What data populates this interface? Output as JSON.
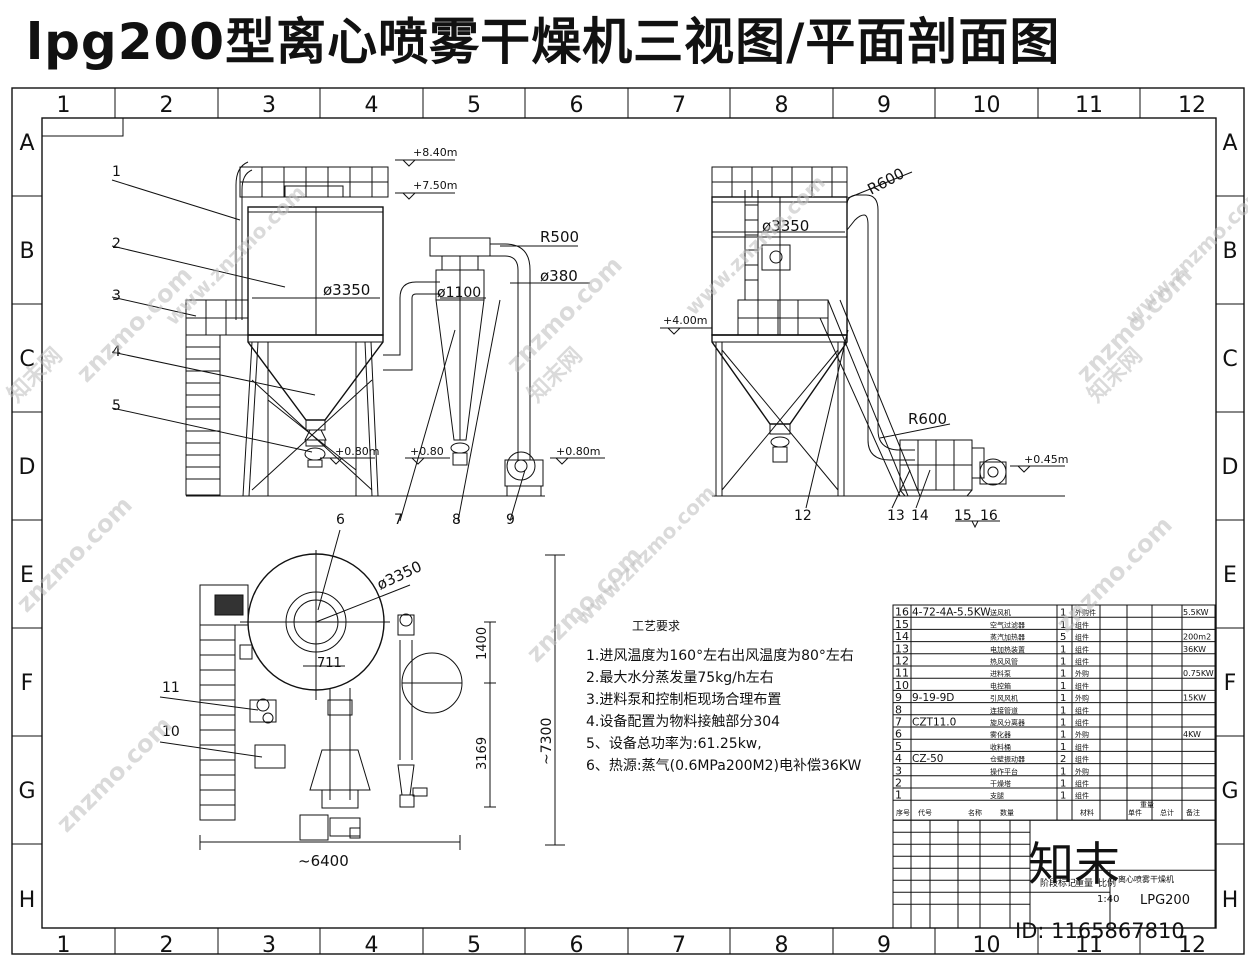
{
  "title": "lpg200型离心喷雾干燥机三视图/平面剖面图",
  "grid": {
    "cols": [
      "1",
      "2",
      "3",
      "4",
      "5",
      "6",
      "7",
      "8",
      "9",
      "10",
      "11",
      "12"
    ],
    "rows": [
      "A",
      "B",
      "C",
      "D",
      "E",
      "F",
      "G",
      "H"
    ]
  },
  "elevations": {
    "plus_8_40": "+8.40m",
    "plus_7_50": "+7.50m",
    "plus_4_00": "+4.00m",
    "plus_0_80": "+0.80m",
    "plus_0_80b": "+0.80",
    "plus_0_45": "+0.45m"
  },
  "dims": {
    "d3350": "ø3350",
    "d1100": "ø1100",
    "d380": "ø380",
    "r500": "R500",
    "r600": "R600",
    "d711": "711",
    "d1400": "1400",
    "d3169": "3169",
    "d7300": "~7300",
    "d6400": "~6400"
  },
  "callouts": [
    "1",
    "2",
    "3",
    "4",
    "5",
    "6",
    "7",
    "8",
    "9",
    "10",
    "11",
    "12",
    "13",
    "14",
    "15",
    "16"
  ],
  "requirements": {
    "heading": "工艺要求",
    "items": [
      "1.进风温度为160°左右出风温度为80°左右",
      "2.最大水分蒸发量75kg/h左右",
      "3.进料泵和控制柜现场合理布置",
      "4.设备配置为物料接触部分304",
      "5、设备总功率为:61.25kw,",
      "6、热源:蒸气(0.6MPa200M2)电补偿36KW"
    ]
  },
  "bom": {
    "rows": [
      {
        "no": "16",
        "code": "4-72-4A-5.5KW",
        "name": "送风机",
        "qty": "1",
        "type": "外购件",
        "spec": "5.5KW"
      },
      {
        "no": "15",
        "code": "",
        "name": "空气过滤器",
        "qty": "1",
        "type": "组件",
        "spec": ""
      },
      {
        "no": "14",
        "code": "",
        "name": "蒸汽加热器",
        "qty": "5",
        "type": "组件",
        "spec": "200m2"
      },
      {
        "no": "13",
        "code": "",
        "name": "电加热装置",
        "qty": "1",
        "type": "组件",
        "spec": "36KW"
      },
      {
        "no": "12",
        "code": "",
        "name": "热风风管",
        "qty": "1",
        "type": "组件",
        "spec": ""
      },
      {
        "no": "11",
        "code": "",
        "name": "进料泵",
        "qty": "1",
        "type": "外购",
        "spec": "0.75KW"
      },
      {
        "no": "10",
        "code": "",
        "name": "电控箱",
        "qty": "1",
        "type": "组件",
        "spec": ""
      },
      {
        "no": "9",
        "code": "9-19-9D",
        "name": "引风风机",
        "qty": "1",
        "type": "外购",
        "spec": "15KW"
      },
      {
        "no": "8",
        "code": "",
        "name": "连接管道",
        "qty": "1",
        "type": "组件",
        "spec": ""
      },
      {
        "no": "7",
        "code": "CZT11.0",
        "name": "旋风分离器",
        "qty": "1",
        "type": "组件",
        "spec": ""
      },
      {
        "no": "6",
        "code": "",
        "name": "雾化器",
        "qty": "1",
        "type": "外购",
        "spec": "4KW"
      },
      {
        "no": "5",
        "code": "",
        "name": "收料桶",
        "qty": "1",
        "type": "组件",
        "spec": ""
      },
      {
        "no": "4",
        "code": "CZ-50",
        "name": "仓壁振动器",
        "qty": "2",
        "type": "组件",
        "spec": ""
      },
      {
        "no": "3",
        "code": "",
        "name": "操作平台",
        "qty": "1",
        "type": "外购",
        "spec": ""
      },
      {
        "no": "2",
        "code": "",
        "name": "干燥塔",
        "qty": "1",
        "type": "组件",
        "spec": ""
      },
      {
        "no": "1",
        "code": "",
        "name": "支腿",
        "qty": "1",
        "type": "组件",
        "spec": ""
      }
    ],
    "header": [
      "序号",
      "代号",
      "名称",
      "数量",
      "材料",
      "单件",
      "总计",
      "备注"
    ],
    "header_sub": [
      "重量"
    ],
    "scale": "1:40",
    "drawing_no": "LPG200",
    "title_block_name": "离心喷雾干燥机",
    "stage": "阶段标记",
    "weight": "重量",
    "ratio": "比例"
  },
  "watermark": {
    "brand": "知末",
    "id": "ID: 1165867810",
    "site": "znzmo.com",
    "site2": "www.znzmo.com",
    "cn": "知末网"
  }
}
